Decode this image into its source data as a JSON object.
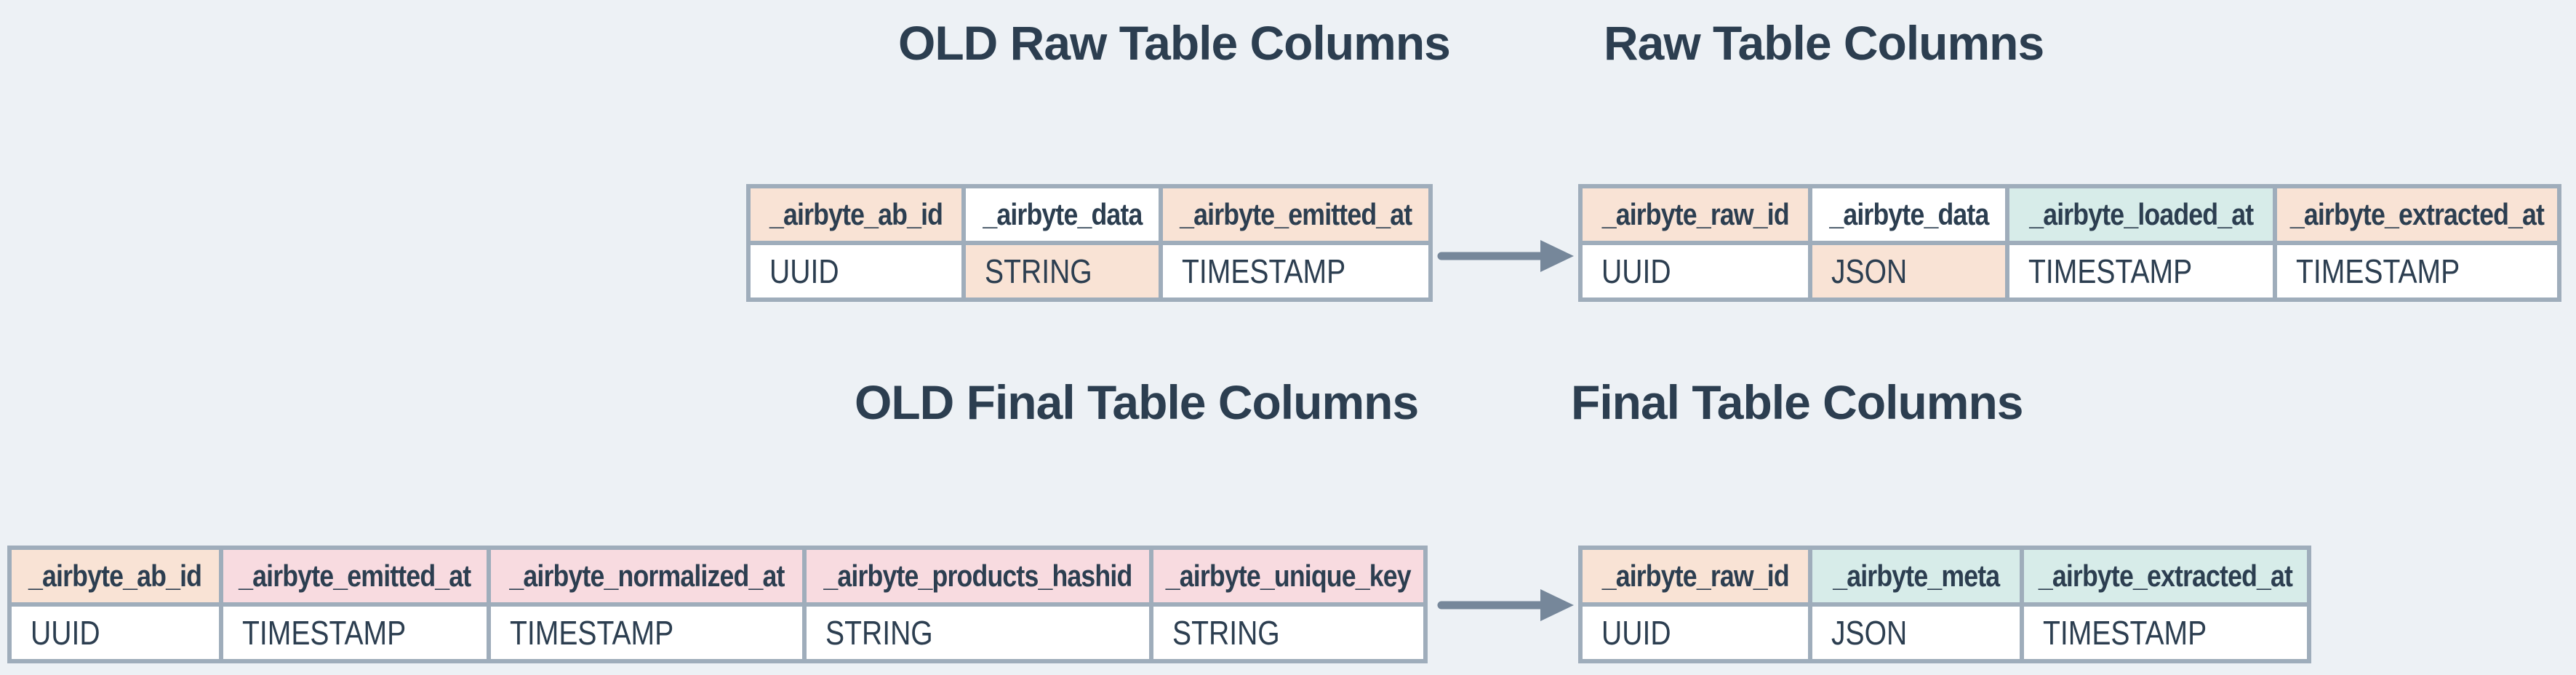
{
  "colors": {
    "bg": "#edf1f5",
    "peach": "#f9e3d5",
    "pink": "#f8dbe0",
    "teal": "#d7ece9",
    "white": "#ffffff",
    "border": "#9fadbb",
    "text": "#2c3e50",
    "arrow": "#76879a"
  },
  "titles": [
    {
      "id": "old-raw-title",
      "text": "OLD Raw Table Columns"
    },
    {
      "id": "raw-title",
      "text": "Raw Table Columns"
    },
    {
      "id": "old-final-title",
      "text": "OLD Final Table Columns"
    },
    {
      "id": "final-title",
      "text": "Final Table Columns"
    }
  ],
  "tables": [
    {
      "id": "old-raw-table",
      "title": "OLD Raw Table Columns",
      "columns": [
        {
          "header": "_airbyte_ab_id",
          "header_bg": "peach",
          "type": "UUID",
          "type_bg": "white"
        },
        {
          "header": "_airbyte_data",
          "header_bg": "white",
          "type": "STRING",
          "type_bg": "peach"
        },
        {
          "header": "_airbyte_emitted_at",
          "header_bg": "peach",
          "type": "TIMESTAMP",
          "type_bg": "white"
        }
      ]
    },
    {
      "id": "raw-table",
      "title": "Raw Table Columns",
      "columns": [
        {
          "header": "_airbyte_raw_id",
          "header_bg": "peach",
          "type": "UUID",
          "type_bg": "white"
        },
        {
          "header": "_airbyte_data",
          "header_bg": "white",
          "type": "JSON",
          "type_bg": "peach"
        },
        {
          "header": "_airbyte_loaded_at",
          "header_bg": "teal",
          "type": "TIMESTAMP",
          "type_bg": "white"
        },
        {
          "header": "_airbyte_extracted_at",
          "header_bg": "peach",
          "type": "TIMESTAMP",
          "type_bg": "white"
        }
      ]
    },
    {
      "id": "old-final-table",
      "title": "OLD Final Table Columns",
      "columns": [
        {
          "header": "_airbyte_ab_id",
          "header_bg": "peach",
          "type": "UUID",
          "type_bg": "white"
        },
        {
          "header": "_airbyte_emitted_at",
          "header_bg": "pink",
          "type": "TIMESTAMP",
          "type_bg": "white"
        },
        {
          "header": "_airbyte_normalized_at",
          "header_bg": "pink",
          "type": "TIMESTAMP",
          "type_bg": "white"
        },
        {
          "header": "_airbyte_products_hashid",
          "header_bg": "pink",
          "type": "STRING",
          "type_bg": "white"
        },
        {
          "header": "_airbyte_unique_key",
          "header_bg": "pink",
          "type": "STRING",
          "type_bg": "white"
        }
      ]
    },
    {
      "id": "final-table",
      "title": "Final Table Columns",
      "columns": [
        {
          "header": "_airbyte_raw_id",
          "header_bg": "peach",
          "type": "UUID",
          "type_bg": "white"
        },
        {
          "header": "_airbyte_meta",
          "header_bg": "teal",
          "type": "JSON",
          "type_bg": "white"
        },
        {
          "header": "_airbyte_extracted_at",
          "header_bg": "teal",
          "type": "TIMESTAMP",
          "type_bg": "white"
        }
      ]
    }
  ],
  "arrows": [
    {
      "id": "raw-arrow",
      "direction": "right"
    },
    {
      "id": "final-arrow",
      "direction": "right"
    }
  ]
}
